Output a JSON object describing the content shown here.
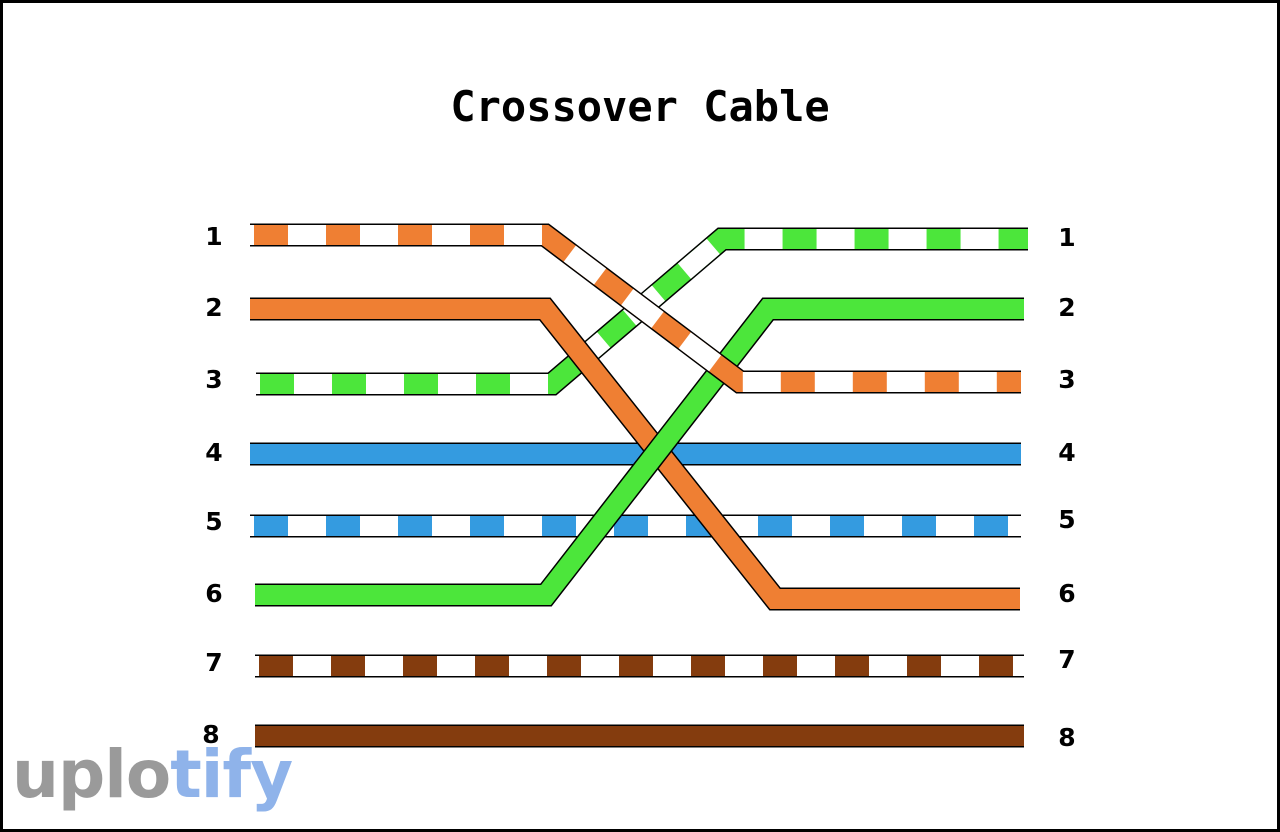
{
  "title": "Crossover Cable",
  "left_pins": [
    "1",
    "2",
    "3",
    "4",
    "5",
    "6",
    "7",
    "8"
  ],
  "right_pins": [
    "1",
    "2",
    "3",
    "4",
    "5",
    "6",
    "7",
    "8"
  ],
  "colors": {
    "orange": "#ef7f33",
    "green": "#4ce63b",
    "blue": "#349be0",
    "brown": "#843c0e",
    "stripe": "#ffffff",
    "outline": "#000000"
  },
  "wires": [
    {
      "id": "orange-white",
      "left_pin": 1,
      "right_pin": 3,
      "color": "orange",
      "striped": true
    },
    {
      "id": "orange",
      "left_pin": 2,
      "right_pin": 6,
      "color": "orange",
      "striped": false
    },
    {
      "id": "green-white",
      "left_pin": 3,
      "right_pin": 1,
      "color": "green",
      "striped": true
    },
    {
      "id": "blue",
      "left_pin": 4,
      "right_pin": 4,
      "color": "blue",
      "striped": false
    },
    {
      "id": "blue-white",
      "left_pin": 5,
      "right_pin": 5,
      "color": "blue",
      "striped": true
    },
    {
      "id": "green",
      "left_pin": 6,
      "right_pin": 2,
      "color": "green",
      "striped": false
    },
    {
      "id": "brown-white",
      "left_pin": 7,
      "right_pin": 7,
      "color": "brown",
      "striped": true
    },
    {
      "id": "brown",
      "left_pin": 8,
      "right_pin": 8,
      "color": "brown",
      "striped": false
    }
  ],
  "watermark": {
    "part1": "uplo",
    "part2": "tify"
  }
}
